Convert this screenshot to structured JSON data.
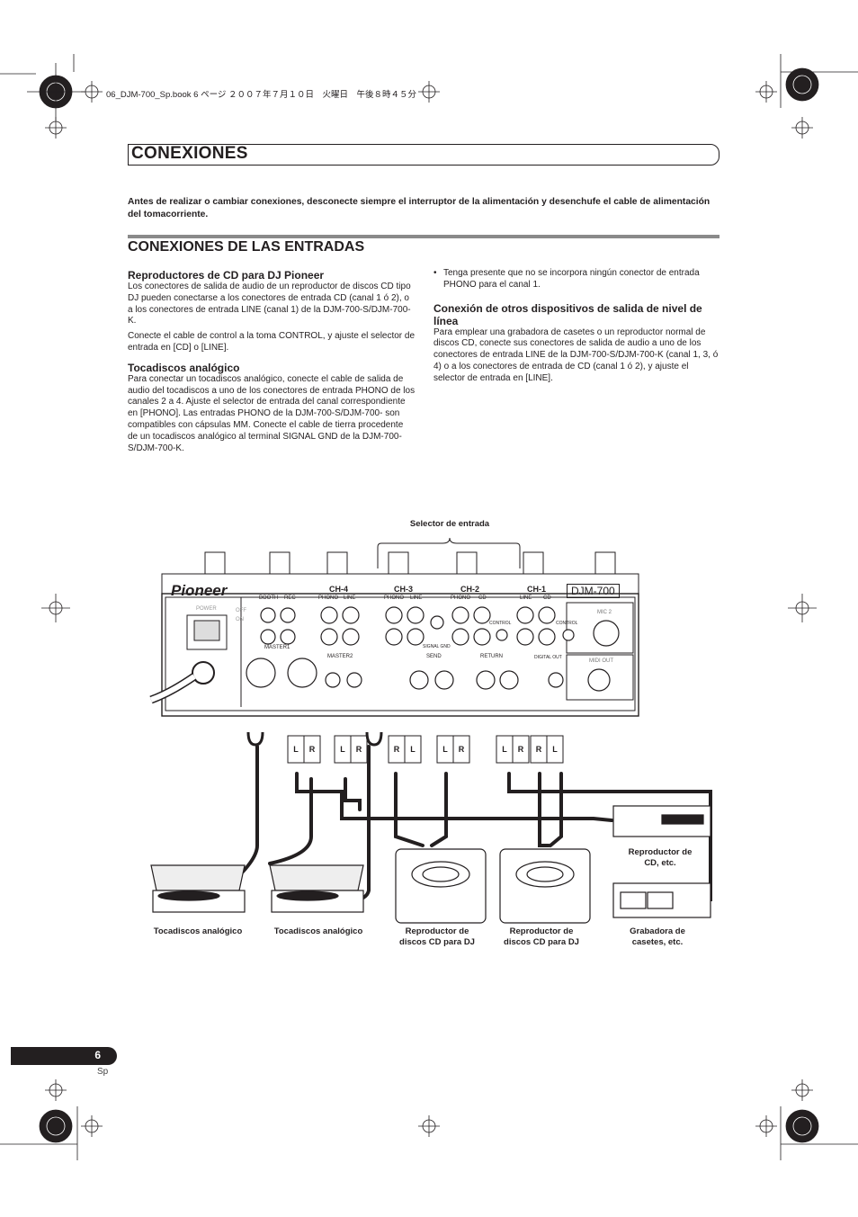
{
  "file_header": "06_DJM-700_Sp.book  6 ページ  ２００７年７月１０日　火曜日　午後８時４５分",
  "chapter_title": "CONEXIONES",
  "warning": "Antes de realizar o cambiar conexiones, desconecte siempre el interruptor de la alimentación y desenchufe el cable de alimentación del tomacorriente.",
  "section_title": "CONEXIONES DE LAS ENTRADAS",
  "left_column": {
    "h1": "Reproductores de CD para DJ Pioneer",
    "p1": "Los conectores de salida de audio de un reproductor de discos CD tipo DJ pueden conectarse a los conectores de entrada CD (canal 1 ó 2), o a los conectores de entrada LINE (canal 1) de la DJM-700-S/DJM-700-K.",
    "p2": "Conecte el cable de control a la toma CONTROL, y ajuste el selector de entrada en [CD] o [LINE].",
    "h2": "Tocadiscos analógico",
    "p3": "Para conectar un tocadiscos analógico, conecte el cable de salida de audio del tocadiscos a uno de los conectores de entrada PHONO de los canales 2 a 4. Ajuste el selector de entrada del canal correspondiente en [PHONO]. Las entradas PHONO de la DJM-700-S/DJM-700- son compatibles con cápsulas MM. Conecte el cable de tierra procedente de un tocadiscos analógico al terminal SIGNAL GND de la DJM-700-S/DJM-700-K."
  },
  "right_column": {
    "bullet": "Tenga presente que no se incorpora ningún conector de entrada PHONO para el canal 1.",
    "h3": "Conexión de otros dispositivos de salida de nivel de línea",
    "p4": "Para emplear una grabadora de casetes o un reproductor normal de discos CD, conecte sus conectores de salida de audio a uno de los conectores de entrada LINE de la DJM-700-S/DJM-700-K (canal 1, 3, ó 4) o a los conectores de entrada de CD (canal 1 ó 2), y ajuste el selector de entrada en [LINE]."
  },
  "diagram": {
    "selector_label": "Selector de entrada",
    "brand": "Pioneer",
    "model": "DJM-700",
    "channels": [
      "CH-4",
      "CH-3",
      "CH-2",
      "CH-1"
    ],
    "jack_labels": {
      "booth": "BOOTH",
      "rec": "REC",
      "phono": "PHONO",
      "line": "LINE",
      "cd": "CD",
      "control": "CONTROL",
      "signal_gnd": "SIGNAL GND",
      "mic2": "MIC 2",
      "midi_out": "MIDI OUT",
      "master1": "MASTER1",
      "master2": "MASTER2",
      "send": "SEND",
      "return": "RETURN",
      "digital_out": "DIGITAL OUT",
      "power": "POWER",
      "off": "OFF",
      "on": "ON"
    },
    "device_labels": {
      "turntable1": "Tocadiscos analógico",
      "turntable2": "Tocadiscos analógico",
      "cdj1": "Reproductor de discos CD para DJ",
      "cdj2": "Reproductor de discos CD para DJ",
      "cd_player": "Reproductor de CD, etc.",
      "cassette": "Grabadora de casetes, etc."
    }
  },
  "page_number": "6",
  "page_lang": "Sp"
}
